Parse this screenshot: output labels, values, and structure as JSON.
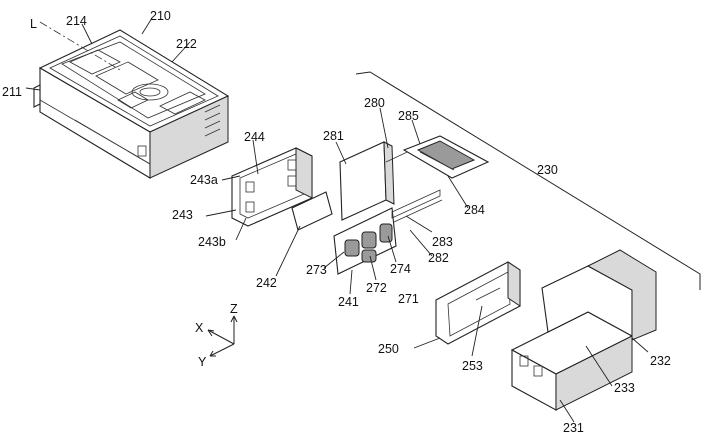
{
  "labels": {
    "l_axis": "L",
    "p210": "210",
    "p211": "211",
    "p212": "212",
    "p214": "214",
    "p230": "230",
    "p231": "231",
    "p232": "232",
    "p233": "233",
    "p241": "241",
    "p242": "242",
    "p243": "243",
    "p243a": "243a",
    "p243b": "243b",
    "p244": "244",
    "p250": "250",
    "p253": "253",
    "p271": "271",
    "p272": "272",
    "p273": "273",
    "p274": "274",
    "p280": "280",
    "p281": "281",
    "p282": "282",
    "p283": "283",
    "p284": "284",
    "p285": "285"
  },
  "axes": {
    "x": "X",
    "y": "Y",
    "z": "Z"
  }
}
